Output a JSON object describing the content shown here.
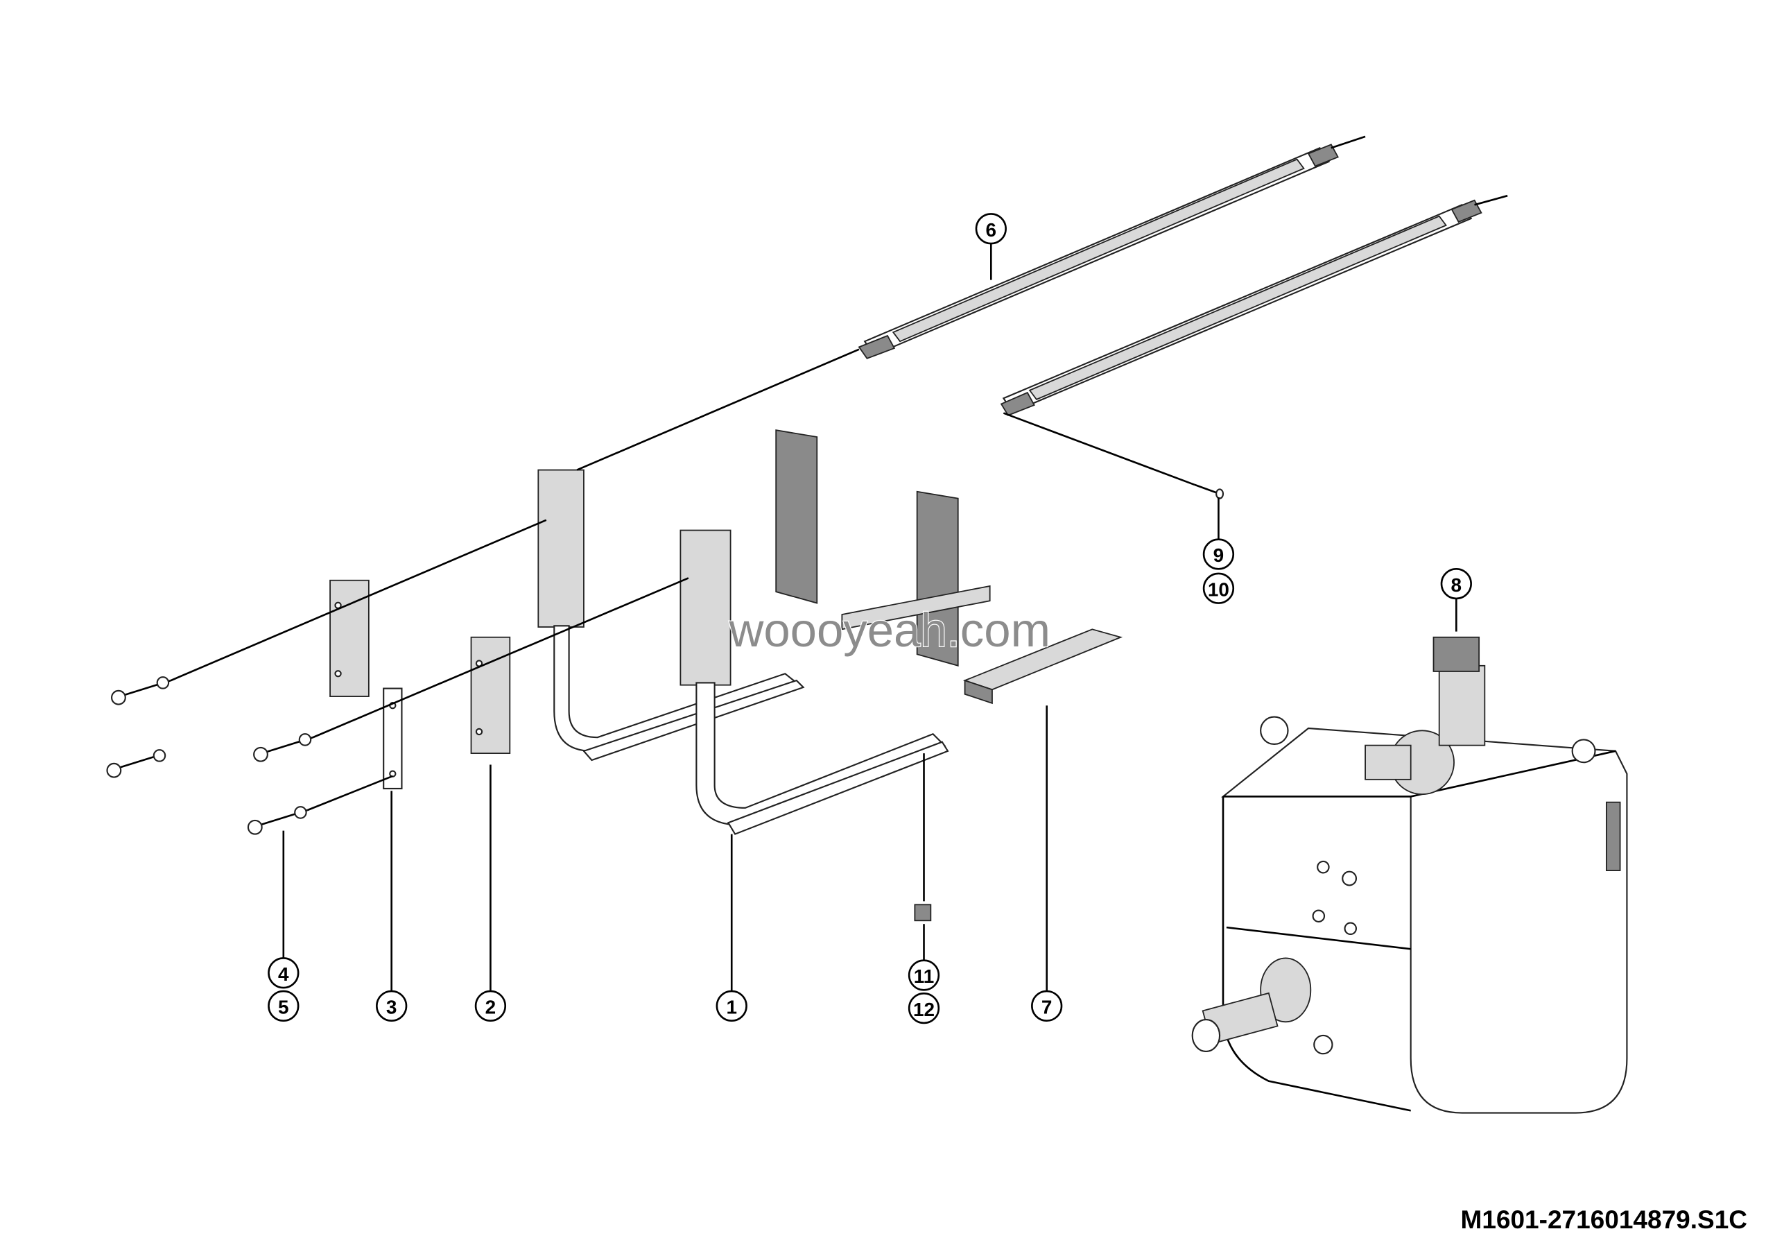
{
  "drawing": {
    "watermark": "woooyeah.com",
    "drawing_code": "M1601-2716014879.S1C",
    "callouts": [
      "1",
      "2",
      "3",
      "4",
      "5",
      "6",
      "7",
      "8",
      "9",
      "10",
      "11",
      "12"
    ]
  }
}
